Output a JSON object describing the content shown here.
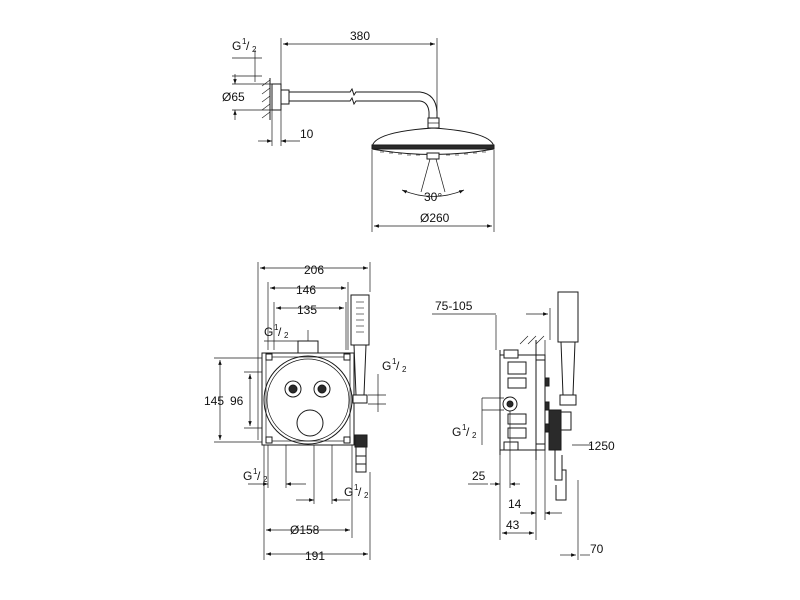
{
  "dimensions": {
    "arm_length": "380",
    "flange_diameter": "Ø65",
    "wall_offset": "10",
    "spray_angle": "30°",
    "head_diameter": "Ø260",
    "plate_width": "206",
    "inner_width": "146",
    "outlet_spacing": "135",
    "plate_height": "145",
    "inner_height": "96",
    "cover_diameter": "Ø158",
    "overall_width": "191",
    "install_depth_range": "75-105",
    "depth_25": "25",
    "depth_14": "14",
    "depth_43": "43",
    "depth_70": "70",
    "hose_length": "1250"
  },
  "thread_labels": {
    "g": "G",
    "fraction_num": "1",
    "fraction_den": "2"
  }
}
